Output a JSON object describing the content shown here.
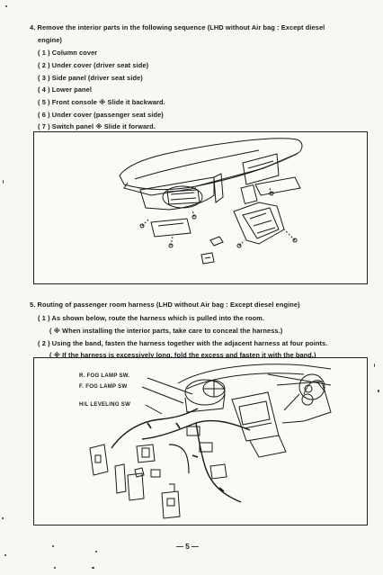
{
  "section4": {
    "heading_l1": "4. Remove the interior parts in the following sequence (LHD without Air bag :  Except diesel",
    "heading_l2": "engine)",
    "steps": [
      "( 1 ) Column cover",
      "( 2 ) Under cover (driver seat side)",
      "( 3 ) Side panel (driver seat side)",
      "( 4 ) Lower panel",
      "( 5 ) Front console   ※ Slide it backward.",
      "( 6 ) Under cover (passenger seat side)",
      "( 7 )  Switch panel   ※ Slide it forward."
    ]
  },
  "section5": {
    "heading": "5. Routing of passenger room harness (LHD without Air bag :  Except diesel engine)",
    "step1": "( 1 ) As shown below, route the harness which is pulled into the room.",
    "step1_note": "( ※ When installing the interior parts, take care to conceal the harness.)",
    "step2": "( 2 ) Using the band, fasten the harness together with the adjacent harness at four points.",
    "step2_note": "( ※ If the harness is excessively long, fold the excess and fasten it with the band.)"
  },
  "figure2_labels": {
    "rfog": "R. FOG LAMP SW.",
    "ffog": "F. FOG LAMP SW",
    "hl": "H/L LEVELING SW"
  },
  "page_number": "—  5  —"
}
